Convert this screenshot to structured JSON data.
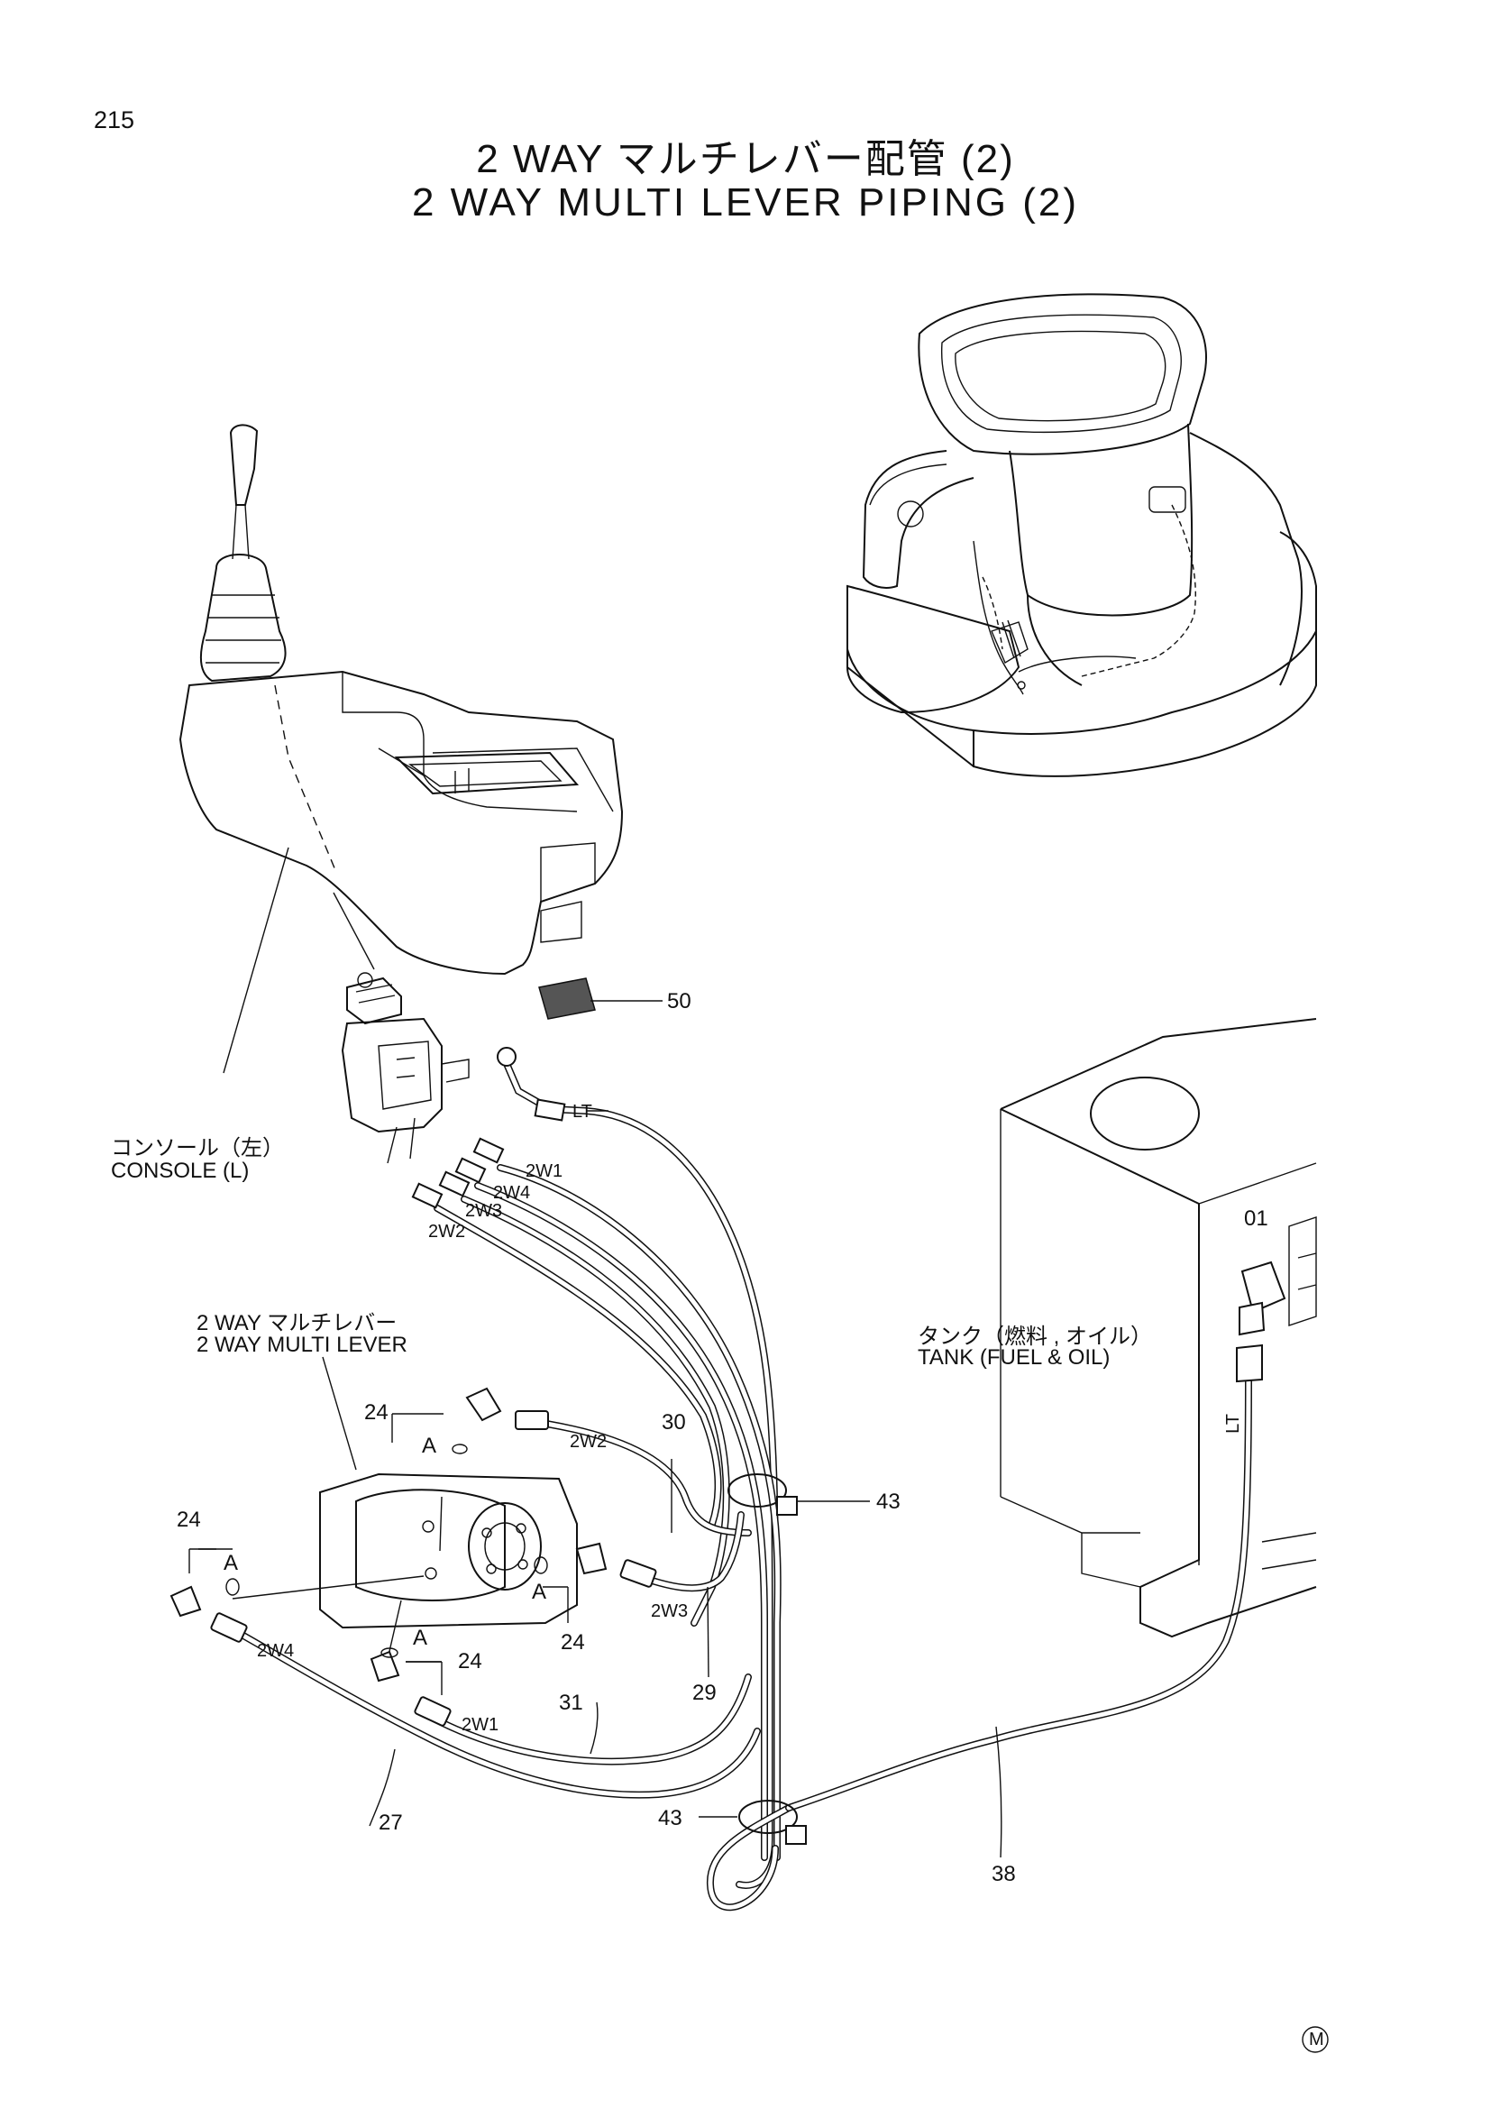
{
  "page_number": "215",
  "title": {
    "japanese": "2 WAY マルチレバー配管 (2)",
    "english": "2 WAY MULTI LEVER PIPING (2)"
  },
  "labels": {
    "console_jp": "コンソール（左）",
    "console_en": "CONSOLE (L)",
    "multi_lever_jp": "2 WAY マルチレバー",
    "multi_lever_en": "2 WAY MULTI LEVER",
    "tank_jp": "タンク（燃料 , オイル）",
    "tank_en": "TANK (FUEL & OIL)"
  },
  "callouts": {
    "p50": "50",
    "p30": "30",
    "p43a": "43",
    "p43b": "43",
    "p29": "29",
    "p31": "31",
    "p27": "27",
    "p38": "38",
    "p01": "01",
    "p24a": "24",
    "p24b": "24",
    "p24c": "24",
    "p24d": "24"
  },
  "port_tags": {
    "lt_top": "LT",
    "lt_tank": "LT",
    "w1_top": "2W1",
    "w4_top": "2W4",
    "w3_top": "2W3",
    "w2_top": "2W2",
    "w2_mid": "2W2",
    "w3_mid": "2W3",
    "w4_low": "2W4",
    "w1_low": "2W1"
  },
  "detail_marks": {
    "a1": "A",
    "a2": "A",
    "a3": "A",
    "a4": "A"
  },
  "maker_mark": "M"
}
